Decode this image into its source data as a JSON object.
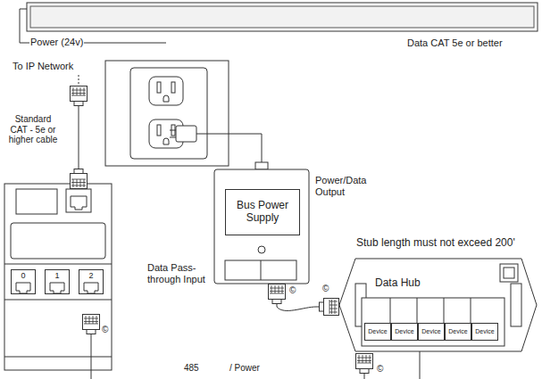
{
  "diagram": {
    "nodes": [
      {
        "text": [
          "Bus Power Supply"
        ]
      },
      {
        "text": [
          "Data Hub"
        ]
      },
      {
        "text": [
          "0"
        ]
      },
      {
        "text": [
          "1"
        ]
      },
      {
        "text": [
          "2"
        ]
      },
      {
        "text": [
          "Device"
        ],
        "in": 1
      },
      {
        "text": [
          "Device"
        ],
        "in": 1
      },
      {
        "text": [
          "Device"
        ],
        "in": 1
      },
      {
        "text": [
          "Device"
        ],
        "in": 1
      },
      {
        "text": [
          "Device"
        ],
        "in": 1
      }
    ],
    "labels": [
      "Power (24v)",
      "Data CAT 5e or better",
      "To IP Network",
      "Standard CAT - 5e or higher cable",
      "Power/Data Output",
      "Stub length must not exceed 200'",
      "Data Pass-through Input",
      "©",
      "©",
      "©",
      "485",
      "/ Power",
      "©"
    ]
  }
}
